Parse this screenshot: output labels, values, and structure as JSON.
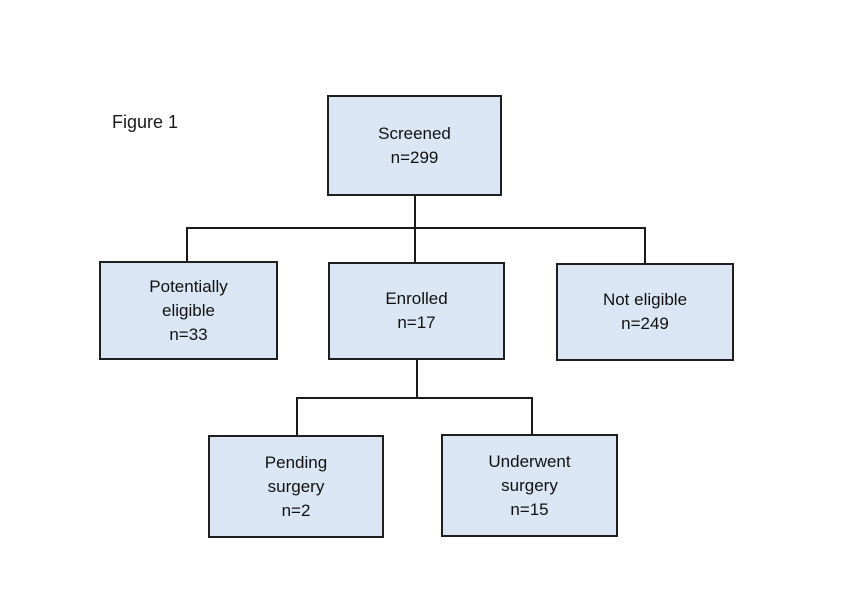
{
  "figure_label": "Figure 1",
  "colors": {
    "box_fill": "#dae6f3",
    "box_border": "#1f1f1f",
    "connector_line": "#1a1a1a",
    "background": "#ffffff",
    "text": "#111111"
  },
  "nodes": {
    "screened": {
      "lines": [
        "Screened",
        "n=299"
      ]
    },
    "potentially_eligible": {
      "lines": [
        "Potentially",
        "eligible",
        "n=33"
      ]
    },
    "enrolled": {
      "lines": [
        "Enrolled",
        "n=17"
      ]
    },
    "not_eligible": {
      "lines": [
        "Not eligible",
        "n=249"
      ]
    },
    "pending_surgery": {
      "lines": [
        "Pending",
        "surgery",
        "n=2"
      ]
    },
    "underwent_surgery": {
      "lines": [
        "Underwent",
        "surgery",
        "n=15"
      ]
    }
  }
}
